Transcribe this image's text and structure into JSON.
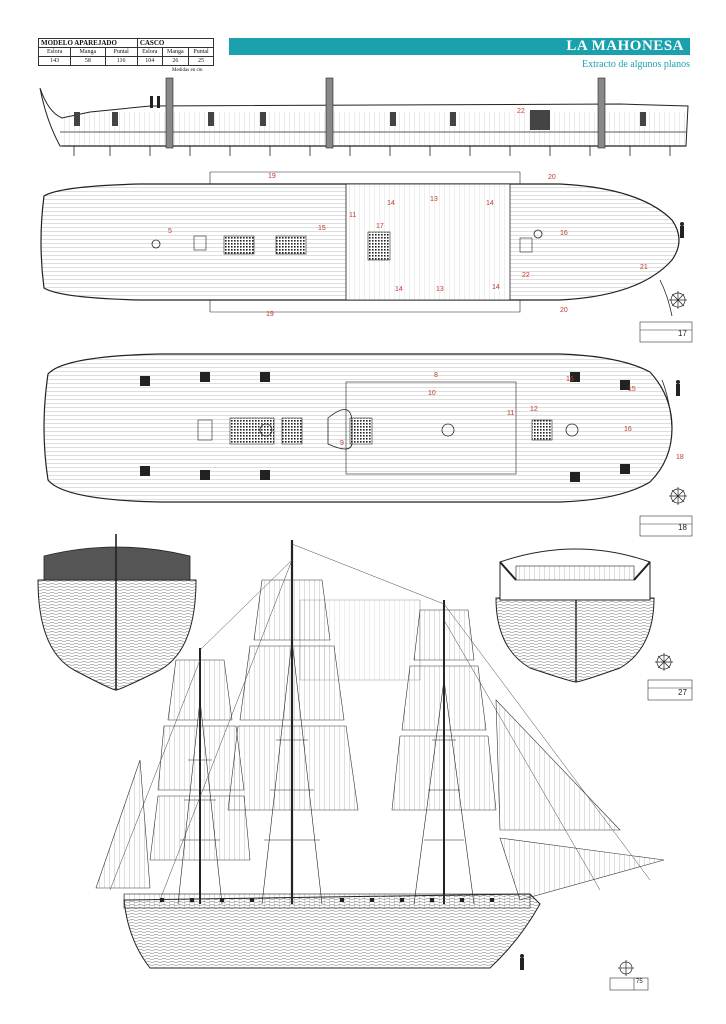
{
  "header": {
    "title": "LA MAHONESA",
    "subtitle": "Extracto de algunos planos"
  },
  "spec_table": {
    "group_left": "MODELO APAREJADO",
    "group_right": "CASCO",
    "columns": [
      "Eslora",
      "Manga",
      "Puntal",
      "Eslora",
      "Manga",
      "Puntal"
    ],
    "values": [
      "143",
      "58",
      "116",
      "104",
      "26",
      "25"
    ],
    "note": "Medidas en cm"
  },
  "plates": {
    "deck_plan_upper": "17",
    "deck_plan_lower": "18",
    "stern_plate": "27",
    "rigging_plate": "75"
  },
  "callouts": {
    "side_view": [
      "22"
    ],
    "upper_deck": [
      "19",
      "20",
      "13",
      "14",
      "14",
      "11",
      "17",
      "14",
      "13",
      "14",
      "19",
      "20",
      "22",
      "15",
      "5",
      "16",
      "21"
    ],
    "lower_deck": [
      "8",
      "10",
      "11",
      "12",
      "15",
      "16",
      "16",
      "18",
      "9"
    ]
  },
  "colors": {
    "accent": "#1ba1ae",
    "callout": "#c0392b",
    "line": "#222222"
  }
}
